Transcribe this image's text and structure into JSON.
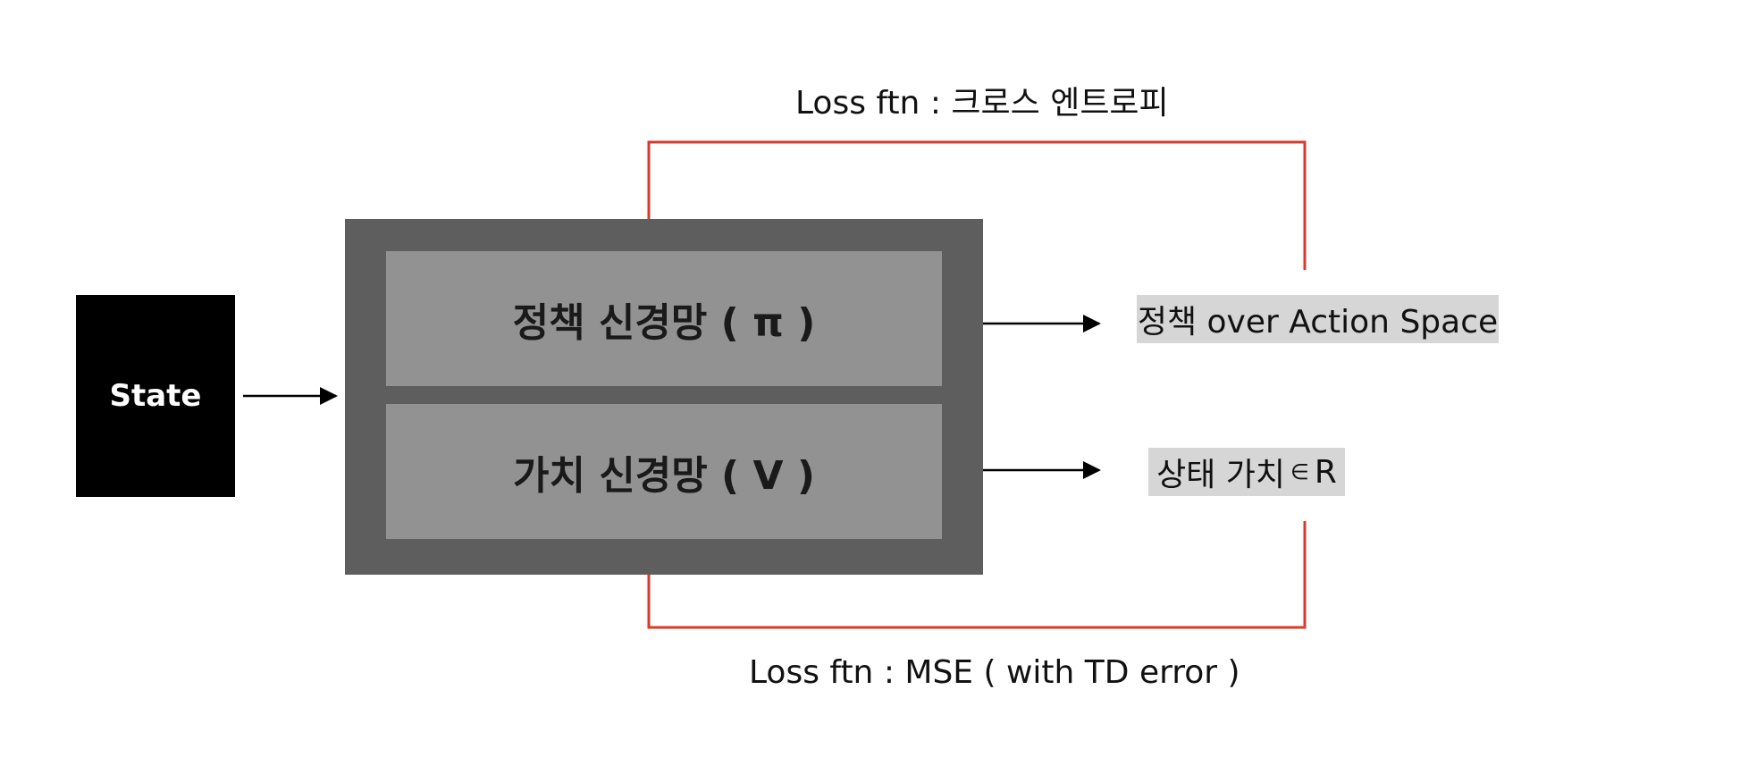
{
  "state": {
    "label": "State"
  },
  "policy_network": {
    "label": "정책 신경망 ( π )"
  },
  "value_network": {
    "label": "가치 신경망 ( V )"
  },
  "policy_output": {
    "label": "정책 over Action Space"
  },
  "value_output": {
    "prefix": "상태 가치",
    "symbol": "∈",
    "suffix": "R"
  },
  "loss_policy": {
    "label": "Loss ftn : 크로스 엔트로피"
  },
  "loss_value": {
    "label": "Loss ftn : MSE ( with TD error )"
  },
  "colors": {
    "feedback": "#d93a2b",
    "arrow": "#000000",
    "outer": "#5e5e5e",
    "inner": "#929292",
    "output_bg": "#d6d6d6"
  }
}
